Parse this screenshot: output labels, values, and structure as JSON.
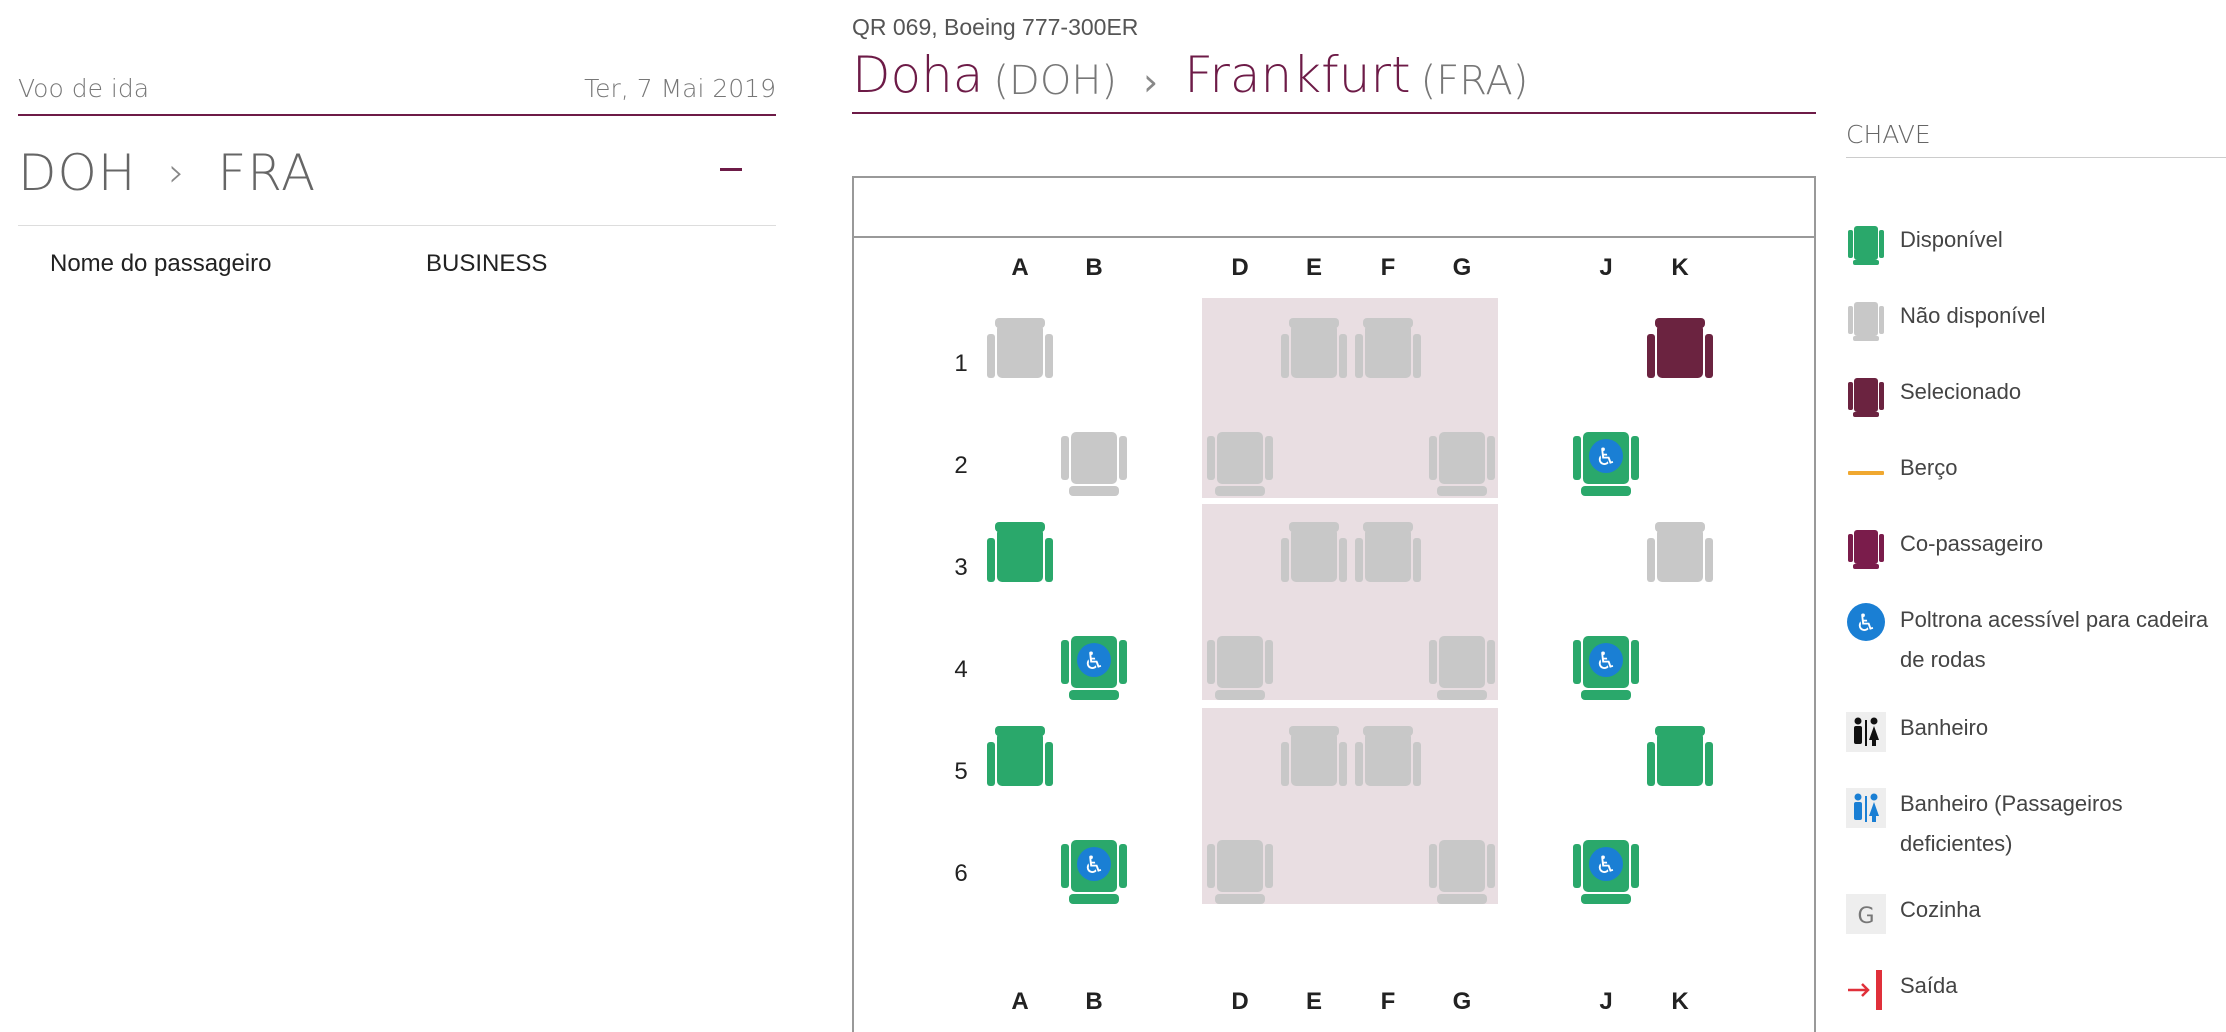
{
  "left": {
    "header_label": "Voo de ida",
    "date": "Ter, 7 Mai 2019",
    "origin_code": "DOH",
    "dest_code": "FRA",
    "passenger_label": "Nome do passageiro",
    "cabin_class": "BUSINESS"
  },
  "flight": {
    "info": "QR 069, Boeing 777-300ER",
    "origin_city": "Doha",
    "origin_code": "(DOH)",
    "dest_city": "Frankfurt",
    "dest_code": "(FRA)"
  },
  "seatmap": {
    "columns": [
      "A",
      "B",
      "D",
      "E",
      "F",
      "G",
      "J",
      "K"
    ],
    "rows": [
      "1",
      "2",
      "3",
      "4",
      "5",
      "6"
    ],
    "seats": [
      {
        "id": "1A",
        "status": "unavailable"
      },
      {
        "id": "1E",
        "status": "unavailable"
      },
      {
        "id": "1F",
        "status": "unavailable"
      },
      {
        "id": "1K",
        "status": "selected"
      },
      {
        "id": "2B",
        "status": "unavailable"
      },
      {
        "id": "2D",
        "status": "unavailable"
      },
      {
        "id": "2G",
        "status": "unavailable"
      },
      {
        "id": "2J",
        "status": "accessible"
      },
      {
        "id": "3A",
        "status": "available"
      },
      {
        "id": "3E",
        "status": "unavailable"
      },
      {
        "id": "3F",
        "status": "unavailable"
      },
      {
        "id": "3K",
        "status": "unavailable"
      },
      {
        "id": "4B",
        "status": "accessible"
      },
      {
        "id": "4D",
        "status": "unavailable"
      },
      {
        "id": "4G",
        "status": "unavailable"
      },
      {
        "id": "4J",
        "status": "accessible"
      },
      {
        "id": "5A",
        "status": "available"
      },
      {
        "id": "5E",
        "status": "unavailable"
      },
      {
        "id": "5F",
        "status": "unavailable"
      },
      {
        "id": "5K",
        "status": "available"
      },
      {
        "id": "6B",
        "status": "accessible"
      },
      {
        "id": "6D",
        "status": "unavailable"
      },
      {
        "id": "6G",
        "status": "unavailable"
      },
      {
        "id": "6J",
        "status": "accessible"
      }
    ]
  },
  "legend": {
    "title": "CHAVE",
    "items": [
      {
        "label": "Disponível",
        "icon": "seat-available-icon"
      },
      {
        "label": "Não disponível",
        "icon": "seat-unavailable-icon"
      },
      {
        "label": "Selecionado",
        "icon": "seat-selected-icon"
      },
      {
        "label": "Berço",
        "icon": "bassinet-icon"
      },
      {
        "label": "Co-passageiro",
        "icon": "seat-copassenger-icon"
      },
      {
        "label": "Poltrona acessível para cadeira de rodas",
        "icon": "wheelchair-icon"
      },
      {
        "label": "Banheiro",
        "icon": "lavatory-icon"
      },
      {
        "label": "Banheiro (Passageiros deficientes)",
        "icon": "accessible-lavatory-icon"
      },
      {
        "label": "Cozinha",
        "icon": "galley-icon"
      },
      {
        "label": "Saída",
        "icon": "exit-icon"
      }
    ]
  },
  "colors": {
    "brand": "#6d1b47",
    "available": "#2aa86b",
    "unavailable": "#c8c8c8",
    "selected": "#6b2340",
    "copassenger": "#7a1c4b",
    "accessible": "#1a7fd4",
    "bassinet": "#f0a830",
    "exit": "#e0303a",
    "center_block": "#e9dee2"
  }
}
